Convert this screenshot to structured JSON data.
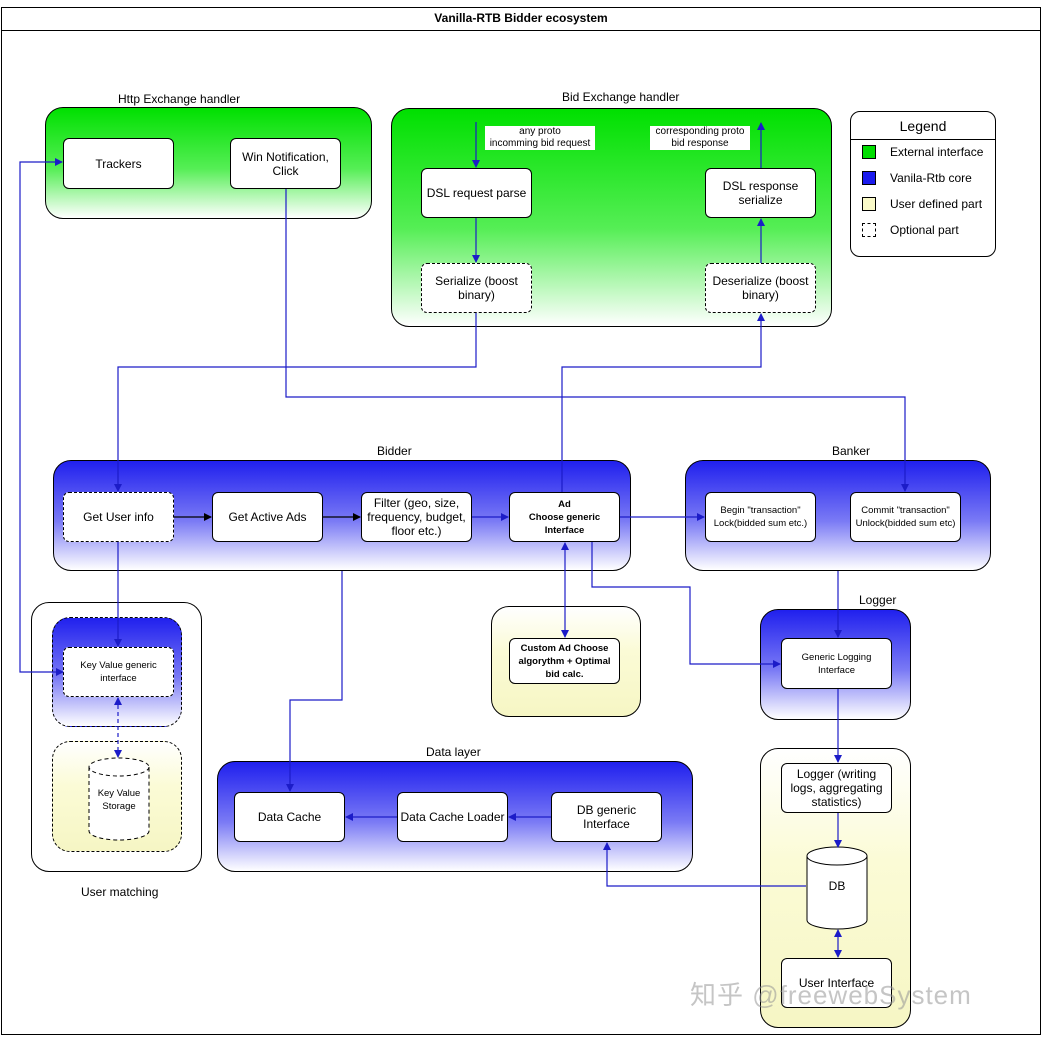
{
  "title": "Vanilla-RTB Bidder ecosystem",
  "groups": {
    "http_exchange": "Http Exchange handler",
    "bid_exchange": "Bid Exchange handler",
    "bidder": "Bidder",
    "banker": "Banker",
    "logger": "Logger",
    "data_layer": "Data layer",
    "user_matching": "User matching"
  },
  "boxes": {
    "trackers": "Trackers",
    "win_notification": "Win Notification, Click",
    "dsl_request_parse": "DSL request parse",
    "serialize": "Serialize (boost binary)",
    "dsl_response_serialize": "DSL response serialize",
    "deserialize": "Deserialize (boost binary)",
    "get_user_info": "Get User info",
    "get_active_ads": "Get Active Ads",
    "filter": "Filter (geo, size, frequency, budget, floor etc.)",
    "ad_title": "Ad",
    "ad_sub": "Choose generic Interface",
    "begin_transaction": "Begin \"transaction\" Lock(bidded sum etc.)",
    "commit_transaction": "Commit \"transaction\" Unlock(bidded sum etc)",
    "custom_ad": "Custom Ad Choose algorythm + Optimal bid calc.",
    "generic_logging": "Generic Logging Interface",
    "key_value_interface": "Key Value generic interface",
    "key_value_storage": "Key Value Storage",
    "data_cache": "Data Cache",
    "data_cache_loader": "Data Cache Loader",
    "db_generic": "DB generic Interface",
    "logger_writing": "Logger (writing logs, aggregating statistics)",
    "db": "DB",
    "user_interface": "User Interface"
  },
  "notes": {
    "incoming_line1": "any proto",
    "incoming_line2": "incomming bid request",
    "outgoing_line1": "corresponding proto",
    "outgoing_line2": "bid response"
  },
  "legend": {
    "title": "Legend",
    "items": [
      {
        "label": "External interface",
        "color": "#00dd00",
        "style": "solid"
      },
      {
        "label": "Vanila-Rtb core",
        "color": "#1a1aee",
        "style": "solid"
      },
      {
        "label": "User defined part",
        "color": "#fafac8",
        "style": "solid"
      },
      {
        "label": "Optional part",
        "color": "#ffffff",
        "style": "dashed"
      }
    ]
  },
  "watermark": "知乎 @freewebSystem",
  "colors": {
    "arrow": "#1c1cc8",
    "external": "#00e000",
    "core": "#2020ee",
    "user_defined": "#f6f6c4"
  }
}
